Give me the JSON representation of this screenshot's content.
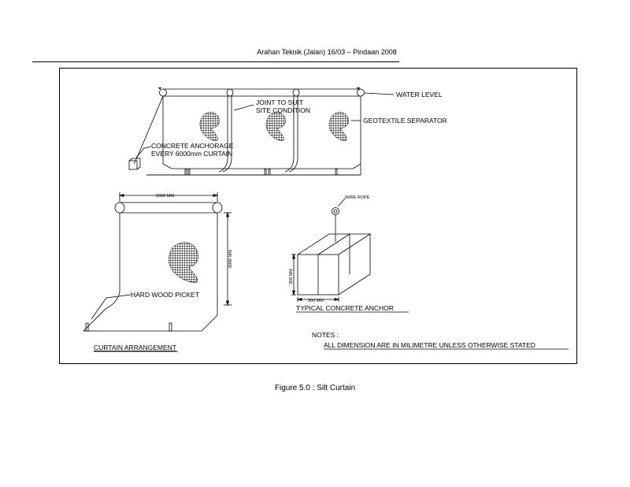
{
  "header": {
    "title": "Arahan Teknik (Jalan) 16/03 – Pindaan 2008"
  },
  "figure": {
    "labels": {
      "water_level": "WATER LEVEL",
      "joint_line1": "JOINT TO SUIT",
      "joint_line2": "SITE CONDITION",
      "geotextile": "GEOTEXTILE SEPARATOR",
      "anchorage_line1": "CONCRETE ANCHORAGE",
      "anchorage_line2": "EVERY 6000mm CURTAIN",
      "width_dim": "6000  MM",
      "height_dim": "6000  MM",
      "wire_rope": "WIRE ROPE",
      "anchor_height_dim": "300  MM",
      "anchor_width_dim": "300  MM",
      "hardwood_picket": "HARD WOOD PICKET",
      "typical_anchor": "TYPICAL CONCRETE ANCHOR",
      "curtain_arrangement": "CURTAIN ARRANGEMENT",
      "notes_title": "NOTES :",
      "notes_text": "ALL DIMENSION ARE IN MILIMETRE UNLESS OTHERWISE STATED"
    }
  },
  "caption": "Figure 5.0 : Silt Curtain"
}
